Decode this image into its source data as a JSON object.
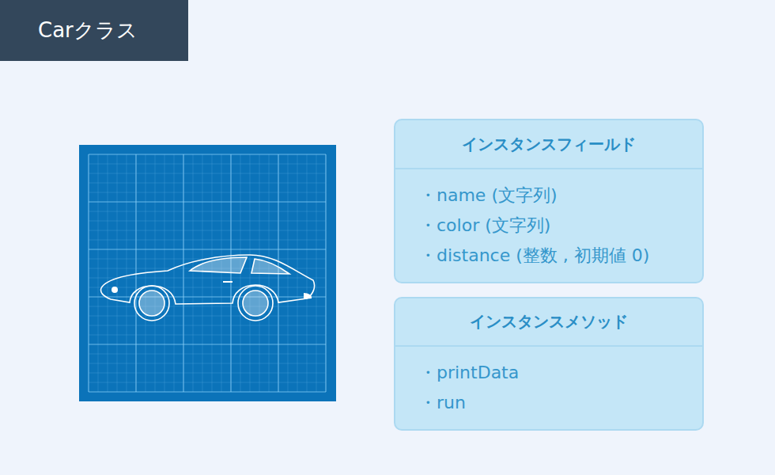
{
  "diagram": {
    "title": "Carクラス",
    "nodes": [
      {
        "text": [
          "インスタンスフィールド",
          "・name (文字列)",
          "・color (文字列)",
          "・distance (整数 , 初期値 0)"
        ]
      },
      {
        "text": [
          "インスタンスメソッド",
          "・printData",
          "・run"
        ]
      }
    ]
  }
}
